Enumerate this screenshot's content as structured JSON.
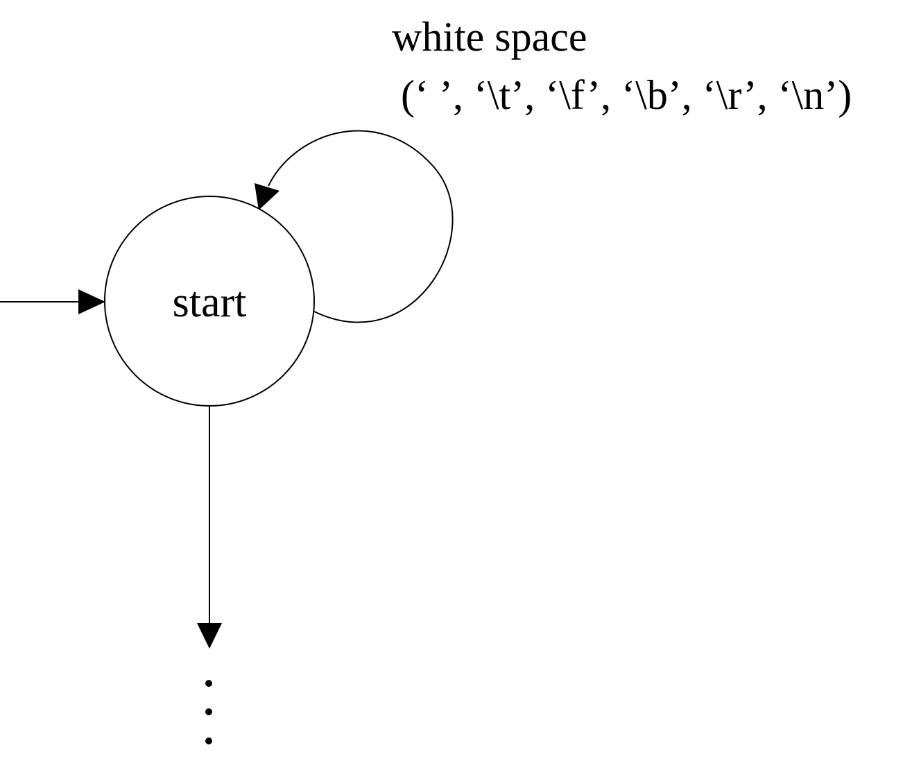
{
  "diagram": {
    "state": {
      "label": "start"
    },
    "self_loop": {
      "label_line1": "white space",
      "label_line2": "(‘ ’, ‘\\t’, ‘\\f’, ‘\\b’, ‘\\r’, ‘\\n’)"
    },
    "continuation": "ellipsis-vertical"
  },
  "colors": {
    "stroke": "#000000",
    "background": "#ffffff"
  }
}
